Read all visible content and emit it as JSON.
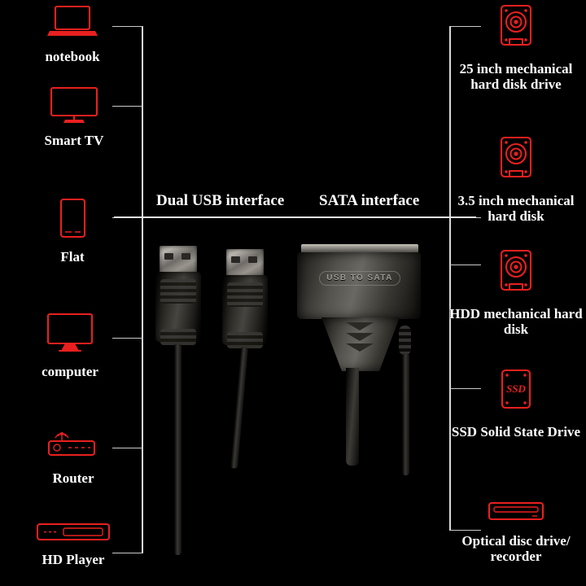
{
  "background": "#000000",
  "accent_red": "#e8201f",
  "line_color": "#d8d8d8",
  "center": {
    "usb_label": "Dual USB interface",
    "sata_label": "SATA interface",
    "device_emboss_text": "USB TO SATA"
  },
  "left_column": {
    "items": [
      {
        "label": "notebook",
        "icon": "laptop-icon"
      },
      {
        "label": "Smart TV",
        "icon": "television-icon"
      },
      {
        "label": "Flat",
        "icon": "tablet-icon"
      },
      {
        "label": "computer",
        "icon": "desktop-monitor-icon"
      },
      {
        "label": "Router",
        "icon": "router-icon"
      },
      {
        "label": "HD Player",
        "icon": "media-player-icon"
      }
    ]
  },
  "right_column": {
    "items": [
      {
        "label": "25 inch mechanical hard disk drive",
        "icon": "hard-disk-icon"
      },
      {
        "label": "3.5 inch mechanical hard disk",
        "icon": "hard-disk-icon"
      },
      {
        "label": "HDD mechanical hard disk",
        "icon": "hard-disk-icon"
      },
      {
        "label": "SSD Solid State Drive",
        "icon": "ssd-icon",
        "icon_text": "SSD"
      },
      {
        "label": "Optical disc drive/ recorder",
        "icon": "optical-drive-icon"
      }
    ]
  }
}
